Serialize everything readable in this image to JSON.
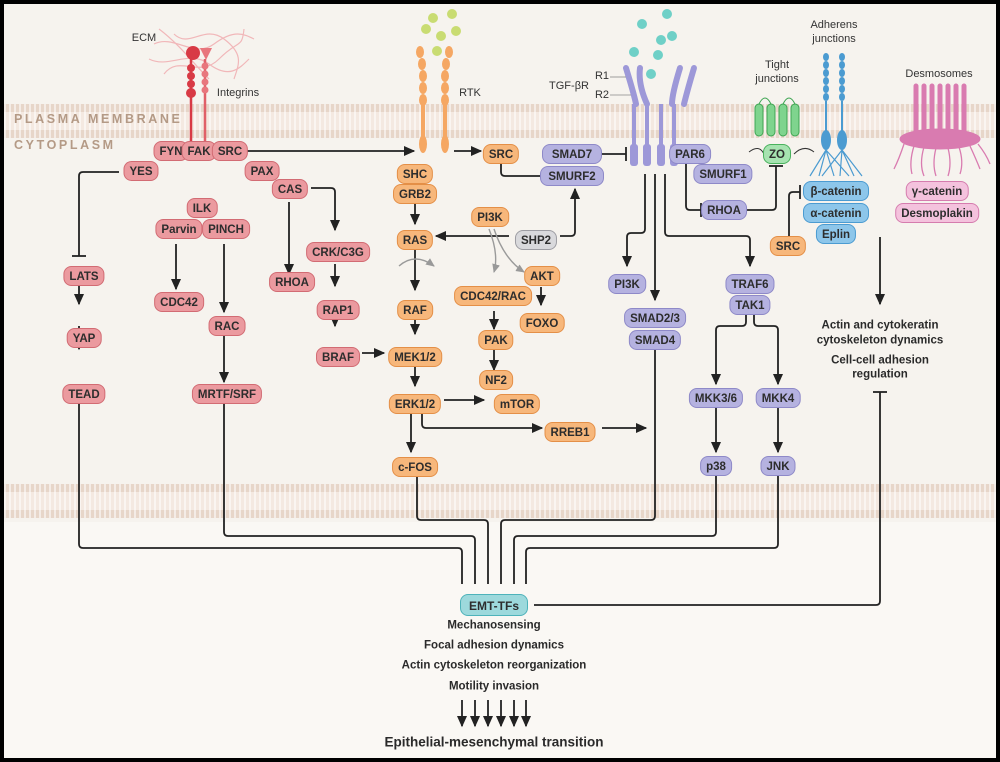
{
  "compartments": {
    "membrane_label": "PLASMA MEMBRANE",
    "cytoplasm_label": "CYTOPLASM"
  },
  "receptors": {
    "ecm": "ECM",
    "integrins": "Integrins",
    "rtk": "RTK",
    "tgfbr": "TGF-βR",
    "r1": "R1",
    "r2": "R2",
    "tight_junctions": "Tight\njunctions",
    "adherens_junctions": "Adherens\njunctions",
    "desmosomes": "Desmosomes"
  },
  "colors": {
    "integrin_pathway": "#eb9a9f",
    "rtk_pathway": "#f7b77b",
    "tgfb_pathway": "#b5b2e0",
    "shp2": "#d9d9dc",
    "adherens": "#8dc6ea",
    "tight": "#a6e3b0",
    "desmosome": "#f4c2dd",
    "emt_tfs": "#9dd9dc",
    "membrane": "#e7d6c9"
  },
  "nodes": {
    "fyn": "FYN",
    "fak": "FAK",
    "src_int": "SRC",
    "yes": "YES",
    "pax": "PAX",
    "cas": "CAS",
    "ilk": "ILK",
    "parvin": "Parvin",
    "pinch": "PINCH",
    "lats": "LATS",
    "yap": "YAP",
    "tead": "TEAD",
    "cdc42_red": "CDC42",
    "rac_red": "RAC",
    "mrtf": "MRTF/SRF",
    "rhoa_red": "RHOA",
    "crk": "CRK/C3G",
    "rap1": "RAP1",
    "braf": "BRAF",
    "shc": "SHC",
    "grb2": "GRB2",
    "ras": "RAS",
    "raf": "RAF",
    "mek": "MEK1/2",
    "erk": "ERK1/2",
    "cfos": "c-FOS",
    "src_rtk": "SRC",
    "pi3k_or": "PI3K",
    "akt": "AKT",
    "cdc42rac": "CDC42/RAC",
    "foxo": "FOXO",
    "pak": "PAK",
    "nf2": "NF2",
    "mtor": "mTOR",
    "rreb1": "RREB1",
    "shp2": "SHP2",
    "smad7": "SMAD7",
    "smurf2": "SMURF2",
    "par6": "PAR6",
    "smurf1": "SMURF1",
    "rhoa_pu": "RHOA",
    "pi3k_pu": "PI3K",
    "smad23": "SMAD2/3",
    "smad4": "SMAD4",
    "traf6": "TRAF6",
    "tak1": "TAK1",
    "mkk36": "MKK3/6",
    "mkk4": "MKK4",
    "p38": "p38",
    "jnk": "JNK",
    "zo": "ZO",
    "src_aj": "SRC",
    "bcat": "β-catenin",
    "acat": "α-catenin",
    "eplin": "Eplin",
    "gcat": "γ-catenin",
    "desmoplakin": "Desmoplakin",
    "emt_tfs": "EMT-TFs"
  },
  "outcomes": {
    "junction_effects": [
      "Actin and cytokeratin",
      "cytoskeleton dynamics",
      "Cell-cell adhesion",
      "regulation"
    ],
    "emt_effects": [
      "Mechanosensing",
      "Focal adhesion dynamics",
      "Actin cytoskeleton reorganization",
      "Motility invasion"
    ],
    "final": "Epithelial-mesenchymal transition"
  }
}
